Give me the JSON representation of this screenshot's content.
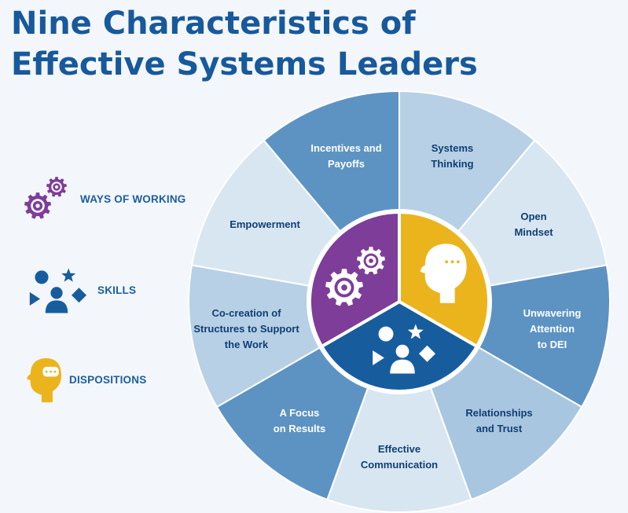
{
  "title": {
    "line1": "Nine Characteristics of",
    "line2": "Effective Systems Leaders"
  },
  "legend": [
    {
      "label": "WAYS OF WORKING",
      "icon": "gears-icon",
      "color": "#7d3d99"
    },
    {
      "label": "SKILLS",
      "icon": "shapes-person-icon",
      "color": "#175d9e"
    },
    {
      "label": "DISPOSITIONS",
      "icon": "head-thought-icon",
      "color": "#ebb41c"
    }
  ],
  "segments": [
    {
      "lines": [
        "Systems",
        "Thinking"
      ],
      "category": "DISPOSITIONS",
      "fill": "#b7d0e6",
      "text": "dark"
    },
    {
      "lines": [
        "Open",
        "Mindset"
      ],
      "category": "DISPOSITIONS",
      "fill": "#d8e6f2",
      "text": "dark"
    },
    {
      "lines": [
        "Unwavering",
        "Attention",
        "to DEI"
      ],
      "category": "DISPOSITIONS",
      "fill": "#5d93c3",
      "text": "light"
    },
    {
      "lines": [
        "Relationships",
        "and Trust"
      ],
      "category": "SKILLS",
      "fill": "#a9c6e0",
      "text": "dark"
    },
    {
      "lines": [
        "Effective",
        "Communication"
      ],
      "category": "SKILLS",
      "fill": "#d8e6f2",
      "text": "dark"
    },
    {
      "lines": [
        "A Focus",
        "on Results"
      ],
      "category": "SKILLS",
      "fill": "#5d93c3",
      "text": "light"
    },
    {
      "lines": [
        "Co-creation of",
        "Structures to Support",
        "the Work"
      ],
      "category": "WAYS OF WORKING",
      "fill": "#b7d0e6",
      "text": "dark"
    },
    {
      "lines": [
        "Empowerment"
      ],
      "category": "WAYS OF WORKING",
      "fill": "#d8e6f2",
      "text": "dark"
    },
    {
      "lines": [
        "Incentives and",
        "Payoffs"
      ],
      "category": "WAYS OF WORKING",
      "fill": "#5d93c3",
      "text": "light"
    }
  ],
  "center": {
    "ways_color": "#7d3d99",
    "dispositions_color": "#ebb41c",
    "skills_color": "#175d9e"
  }
}
